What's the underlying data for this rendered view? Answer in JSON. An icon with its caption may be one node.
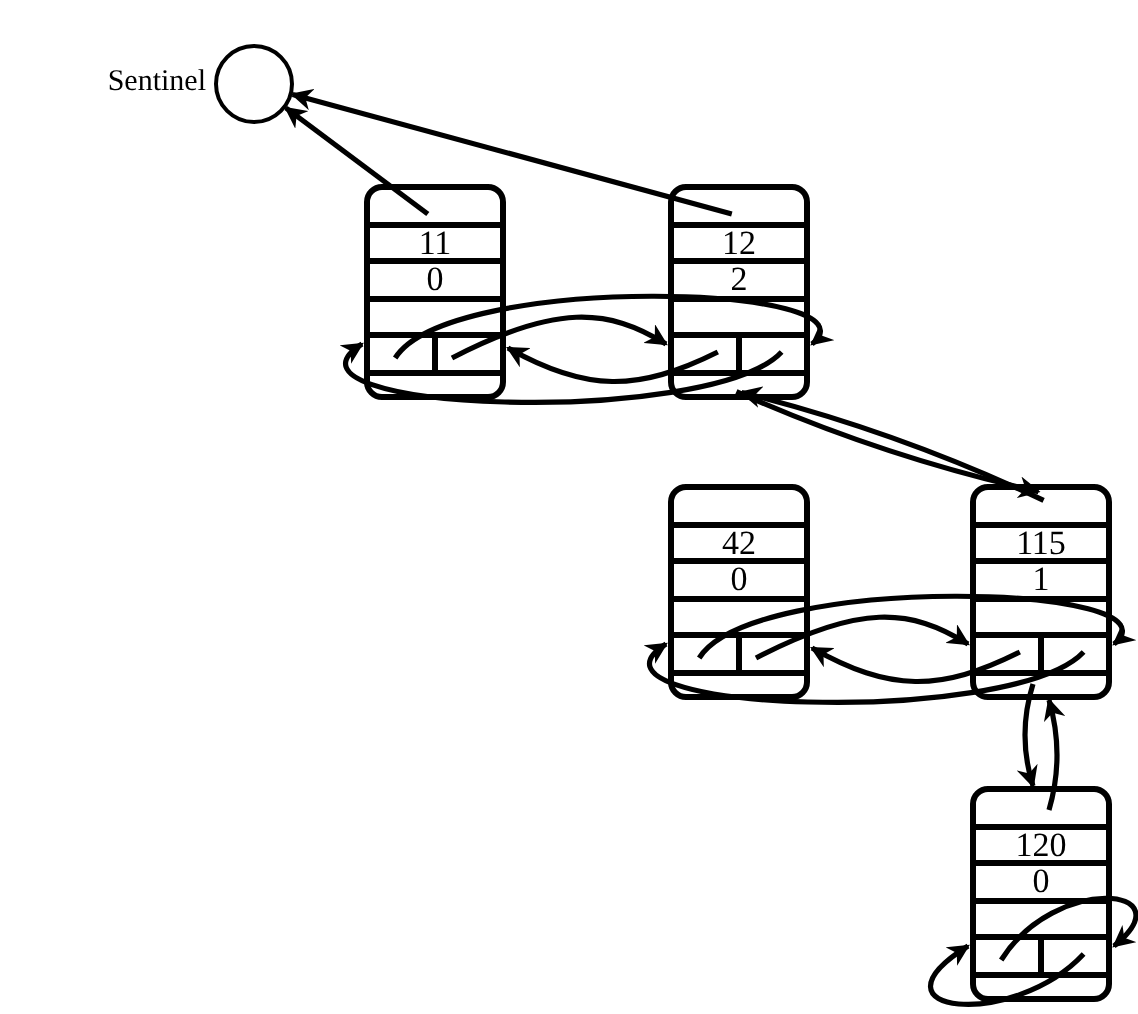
{
  "diagram": {
    "nodes": [
      {
        "text": [],
        "shape": "circle",
        "beside": [
          "Sentinel"
        ]
      },
      {
        "text": [
          "11",
          "0"
        ]
      },
      {
        "text": [
          "12",
          "2"
        ]
      },
      {
        "text": [
          "42",
          "0"
        ]
      },
      {
        "text": [
          "115",
          "1"
        ]
      },
      {
        "text": [
          "120",
          "0"
        ]
      }
    ],
    "edges": [
      {
        "from": 1,
        "to": 0,
        "arrow": "to"
      },
      {
        "from": 2,
        "to": 0,
        "arrow": "to"
      },
      {
        "from": 1,
        "to": 2,
        "arrow": "to"
      },
      {
        "from": 2,
        "to": 1,
        "arrow": "to"
      },
      {
        "from": 1,
        "to": 2,
        "arrow": "to"
      },
      {
        "from": 2,
        "to": 1,
        "arrow": "to"
      },
      {
        "from": 2,
        "to": 4,
        "arrow": "to"
      },
      {
        "from": 4,
        "to": 2,
        "arrow": "to"
      },
      {
        "from": 3,
        "to": 4,
        "arrow": "to"
      },
      {
        "from": 4,
        "to": 3,
        "arrow": "to"
      },
      {
        "from": 3,
        "to": 4,
        "arrow": "to"
      },
      {
        "from": 4,
        "to": 3,
        "arrow": "to"
      },
      {
        "from": 4,
        "to": 5,
        "arrow": "to"
      },
      {
        "from": 5,
        "to": 4,
        "arrow": "to"
      },
      {
        "from": 5,
        "to": 5,
        "arrow": "to"
      },
      {
        "from": 5,
        "to": 5,
        "arrow": "to"
      }
    ]
  }
}
